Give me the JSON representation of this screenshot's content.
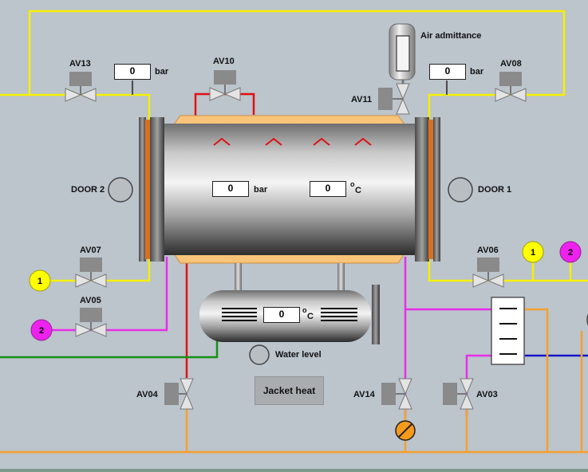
{
  "valves": {
    "av13": "AV13",
    "av10": "AV10",
    "av08": "AV08",
    "av11": "AV11",
    "av07": "AV07",
    "av05": "AV05",
    "av06": "AV06",
    "av04": "AV04",
    "av14": "AV14",
    "av03": "AV03"
  },
  "air_admittance_label": "Air admittance",
  "doors": {
    "door2": "DOOR 2",
    "door1": "DOOR 1"
  },
  "readouts": {
    "left_pressure": {
      "value": "0",
      "unit": "bar"
    },
    "right_pressure": {
      "value": "0",
      "unit": "bar"
    },
    "chamber_pressure": {
      "value": "0",
      "unit": "bar"
    },
    "chamber_temperature": {
      "value": "0",
      "unit_sup": "o",
      "unit": "C"
    },
    "jacket_temperature": {
      "value": "0",
      "unit_sup": "o",
      "unit": "C"
    }
  },
  "water_level_label": "Water level",
  "jacket_heat_button": "Jacket heat",
  "connectors": {
    "c1": "1",
    "c2": "2"
  },
  "colors": {
    "background": "#bcc4cc",
    "yellow_line": "#f5f000",
    "red_line": "#e01010",
    "magenta_line": "#e82ee8",
    "orange_line": "#f5a030",
    "green_line": "#169016",
    "blue_line": "#1414c8",
    "connector_yellow": "#ffff00",
    "connector_magenta": "#ee22ee",
    "jacket_orange": "#f7c47a"
  }
}
